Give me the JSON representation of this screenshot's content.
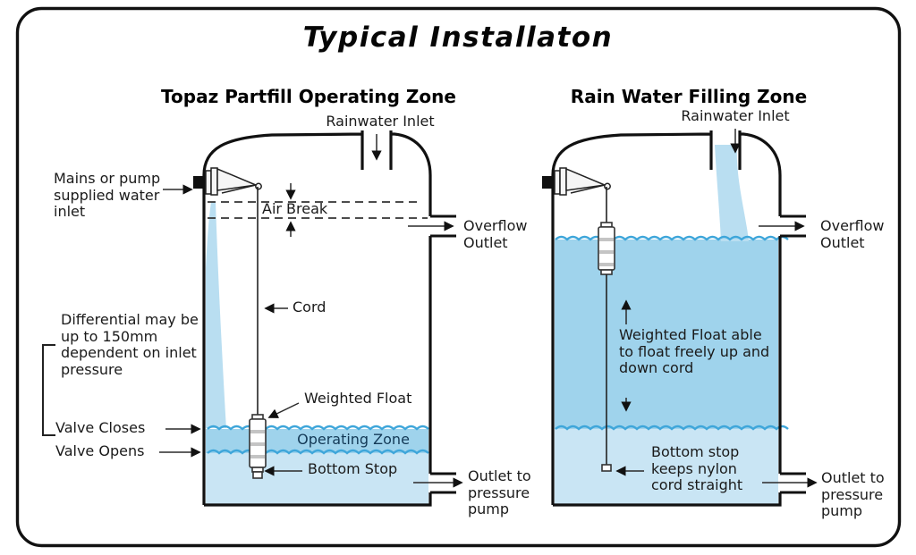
{
  "title": "Typical Installaton",
  "left_diagram": {
    "heading": "Topaz Partfill Operating Zone",
    "labels": {
      "rainwater_inlet": "Rainwater Inlet",
      "mains_inlet": "Mains or pump\nsupplied water\ninlet",
      "air_break": "Air Break",
      "overflow_outlet": "Overflow\nOutlet",
      "cord": "Cord",
      "differential_note": "Differential may be\nup to 150mm\ndependent on inlet\npressure",
      "valve_closes": "Valve Closes",
      "valve_opens": "Valve Opens",
      "weighted_float": "Weighted Float",
      "operating_zone": "Operating Zone",
      "bottom_stop": "Bottom Stop",
      "pump_outlet": "Outlet to\npressure\npump"
    }
  },
  "right_diagram": {
    "heading": "Rain Water Filling Zone",
    "labels": {
      "rainwater_inlet": "Rainwater Inlet",
      "overflow_outlet": "Overflow\nOutlet",
      "float_note": "Weighted Float able\nto float freely up and\ndown cord",
      "bottom_stop_note": "Bottom stop\nkeeps nylon\ncord straight",
      "pump_outlet": "Outlet to\npressure\npump"
    }
  },
  "colors": {
    "water_medium": "#9fd3ec",
    "water_light": "#c9e5f4",
    "wave_stroke": "#3ea6da",
    "stream": "#b9def1",
    "operating_zone_text": "#143a57",
    "outline": "#111111"
  }
}
